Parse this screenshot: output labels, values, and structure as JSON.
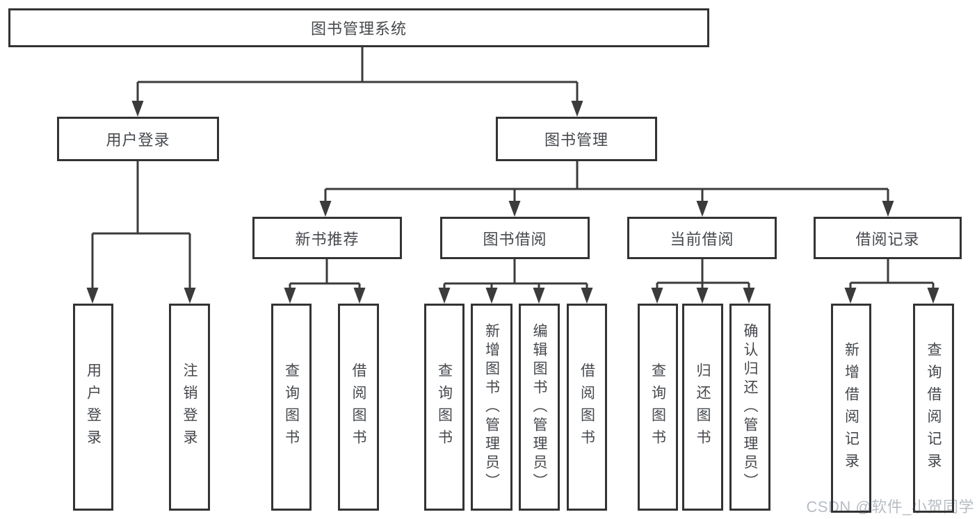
{
  "tree": {
    "root": "图书管理系统",
    "branches": [
      "用户登录",
      "图书管理"
    ],
    "modules": [
      "新书推荐",
      "图书借阅",
      "当前借阅",
      "借阅记录"
    ],
    "leaves": {
      "user_login": [
        "用户登录",
        "注销登录"
      ],
      "new_book": [
        "查询图书",
        "借阅图书"
      ],
      "book_borrow": [
        "查询图书",
        "新增图书（管理员）",
        "编辑图书（管理员）",
        "借阅图书"
      ],
      "current_borrow": [
        "查询图书",
        "归还图书",
        "确认归还（管理员）"
      ],
      "borrow_records": [
        "新增借阅记录",
        "查询借阅记录"
      ]
    }
  },
  "watermark": "CSDN @软件_小贺同学",
  "colors": {
    "line": "#3b3b3b",
    "border": "#333333",
    "text": "#45484d",
    "bg": "#ffffff",
    "watermark": "#b7bdc4"
  }
}
